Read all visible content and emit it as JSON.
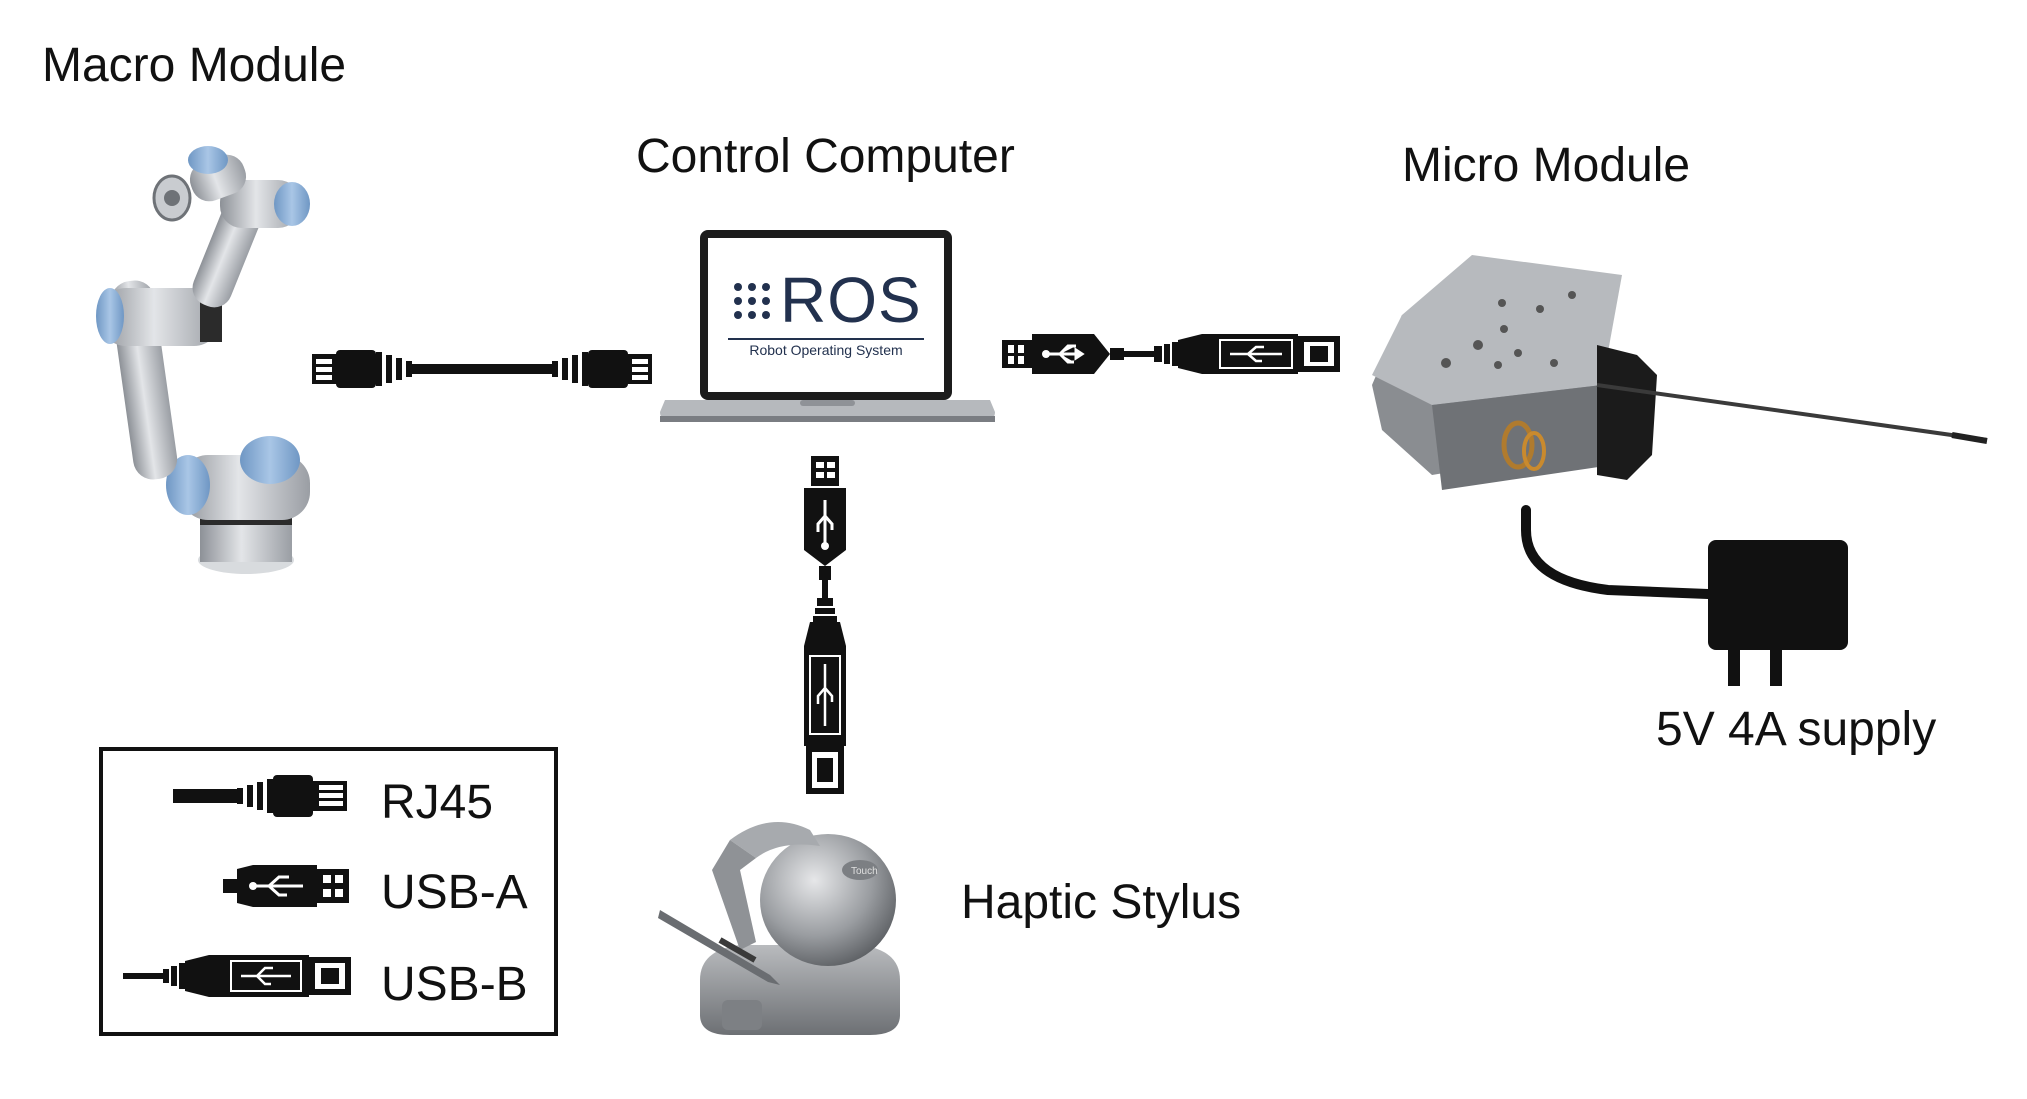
{
  "labels": {
    "macro_module": "Macro Module",
    "control_computer": "Control Computer",
    "micro_module": "Micro Module",
    "supply": "5V 4A supply",
    "haptic_stylus": "Haptic Stylus"
  },
  "laptop": {
    "logo_text": "ROS",
    "logo_subtitle": "Robot Operating System"
  },
  "haptic_device_badge": "Touch",
  "legend": {
    "items": [
      {
        "label": "RJ45",
        "icon": "rj45-connector-icon"
      },
      {
        "label": "USB-A",
        "icon": "usb-a-connector-icon"
      },
      {
        "label": "USB-B",
        "icon": "usb-b-connector-icon"
      }
    ]
  },
  "colors": {
    "robot_accent": "#8fb3d9",
    "metal": "#b9bdc2",
    "cable": "#111111"
  }
}
